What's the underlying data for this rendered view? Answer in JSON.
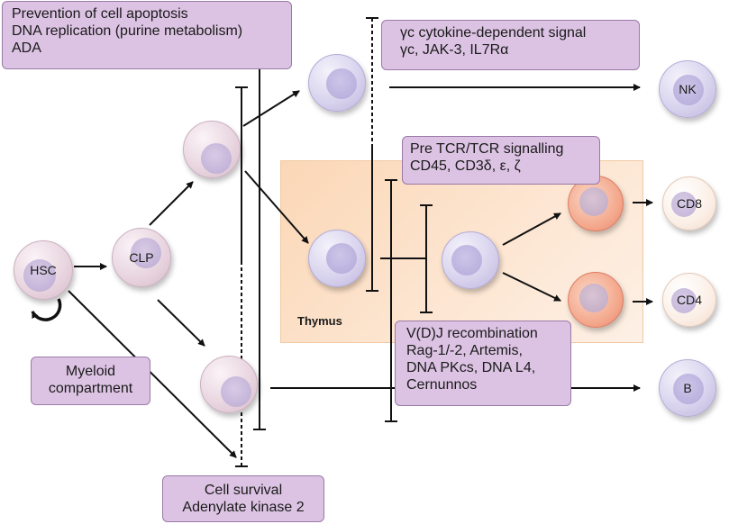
{
  "diagram": {
    "region_label": "Thymus",
    "boxes": {
      "ada": "Prevention of cell apoptosis\nDNA replication (purine metabolism)\nADA",
      "gamma_c": "γc cytokine-dependent signal\nγc, JAK-3, IL7Rα",
      "tcr": "Pre TCR/TCR signalling\nCD45, CD3δ, ε, ζ",
      "vdj": "V(D)J recombination\nRag-1/-2, Artemis,\nDNA PKcs, DNA L4,\nCernunnos",
      "myeloid": "Myeloid\ncompartment",
      "ak2": "Cell survival\nAdenylate kinase 2"
    },
    "cells": {
      "hsc": "HSC",
      "clp": "CLP",
      "nk": "NK",
      "cd8": "CD8",
      "cd4": "CD4",
      "b": "B"
    },
    "colors": {
      "box_fill": "#dcc3e3",
      "box_border": "#9a7aa8",
      "thymus_fill": "#fbd7b6",
      "line": "#111111"
    }
  }
}
